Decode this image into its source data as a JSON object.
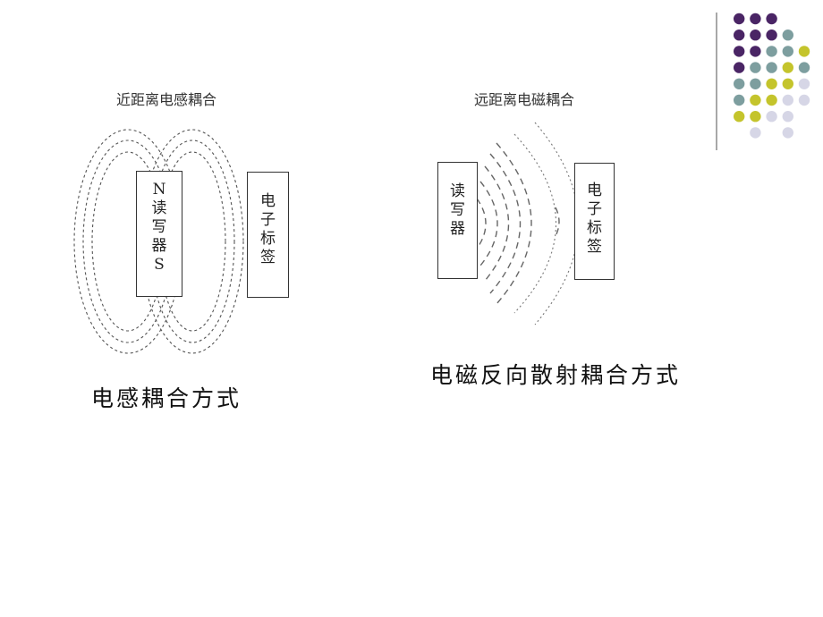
{
  "left_diagram": {
    "title": "近距离电感耦合",
    "reader_chars": [
      "N",
      "读",
      "写",
      "器",
      "S"
    ],
    "tag_chars": [
      "电",
      "子",
      "标",
      "签"
    ],
    "caption": "电感耦合方式"
  },
  "right_diagram": {
    "title": "远距离电磁耦合",
    "reader_chars": [
      "读",
      "写",
      "器"
    ],
    "tag_chars": [
      "电",
      "子",
      "标",
      "签"
    ],
    "caption": "电磁反向散射耦合方式"
  },
  "decoration": {
    "colors": {
      "purple": "#4a2565",
      "teal": "#7d9e9f",
      "olive": "#c4c42c",
      "lavender": "#d6d6e6"
    },
    "dot_rows": [
      [
        "",
        "purple",
        "purple",
        "purple"
      ],
      [
        "",
        "purple",
        "purple",
        "purple",
        "teal"
      ],
      [
        "",
        "purple",
        "purple",
        "teal",
        "teal",
        "olive"
      ],
      [
        "",
        "purple",
        "teal",
        "teal",
        "olive",
        "teal"
      ],
      [
        "",
        "teal",
        "teal",
        "olive",
        "olive",
        "lavender"
      ],
      [
        "",
        "teal",
        "olive",
        "olive",
        "lavender",
        "lavender"
      ],
      [
        "",
        "olive",
        "olive",
        "lavender",
        "lavender",
        ""
      ],
      [
        "",
        "",
        "lavender",
        "",
        "lavender",
        ""
      ]
    ]
  }
}
